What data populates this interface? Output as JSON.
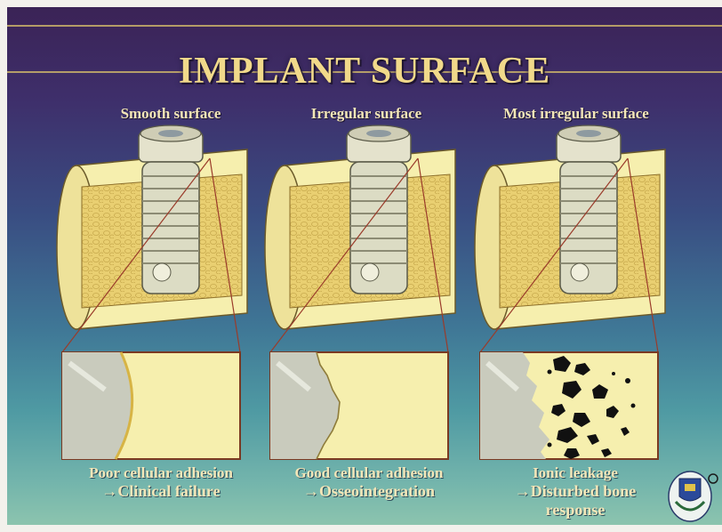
{
  "title": "IMPLANT SURFACE",
  "panels": [
    {
      "label": "Smooth surface",
      "caption_line1": "Poor cellular adhesion",
      "caption_line2": "→Clinical failure",
      "caption_line3": ""
    },
    {
      "label": "Irregular surface",
      "caption_line1": "Good cellular adhesion",
      "caption_line2": "→Osseointegration",
      "caption_line3": ""
    },
    {
      "label": "Most irregular surface",
      "caption_line1": "Ionic leakage",
      "caption_line2": "→Disturbed bone",
      "caption_line3": "response"
    }
  ],
  "colors": {
    "title": "#f1d98a",
    "bone_cortex": "#f6efae",
    "bone_cancellous": "#e9cf71",
    "implant": "#dcdcc4",
    "leakage": "#111111"
  },
  "icons": [
    "implant-icon",
    "bone-block-icon",
    "magnified-interface-icon",
    "emblem-logo-icon"
  ]
}
